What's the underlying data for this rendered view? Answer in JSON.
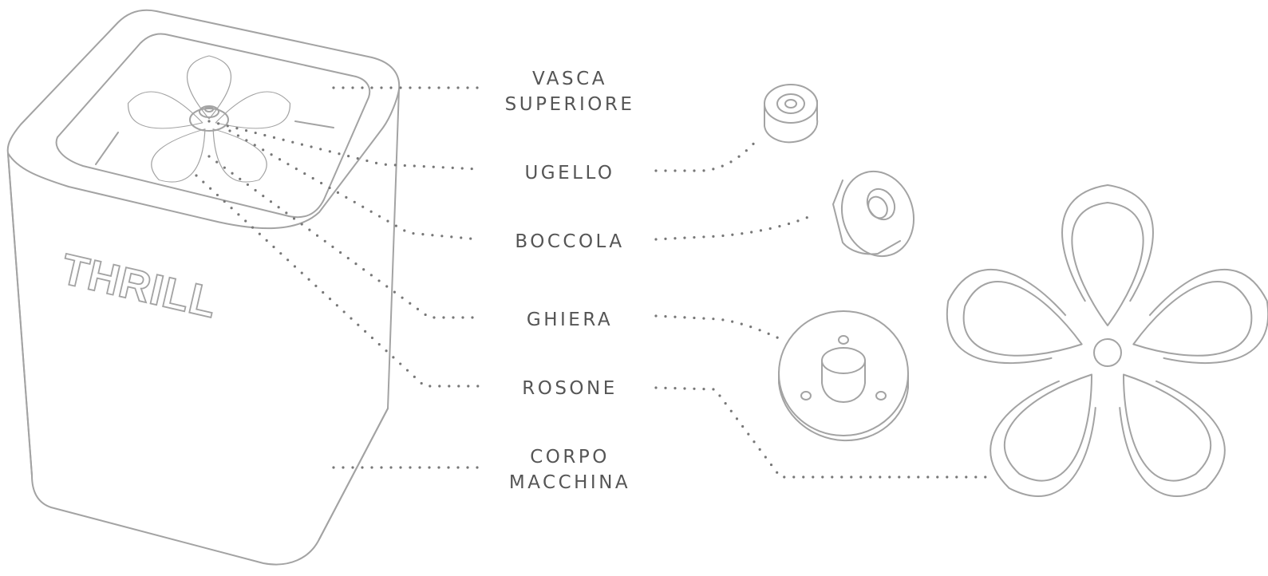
{
  "brand": "THRILL",
  "labels": {
    "vasca_1": "VASCA",
    "vasca_2": "SUPERIORE",
    "ugello": "UGELLO",
    "boccola": "BOCCOLA",
    "ghiera": "GHIERA",
    "rosone": "ROSONE",
    "corpo_1": "CORPO",
    "corpo_2": "MACCHINA"
  },
  "colors": {
    "line": "#a3a3a3",
    "leader": "#777777",
    "text": "#555555"
  }
}
